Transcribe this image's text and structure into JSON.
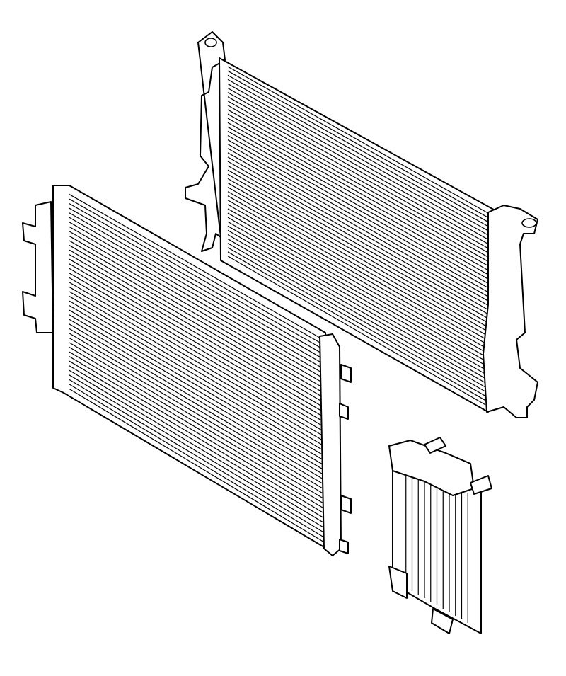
{
  "diagram": {
    "parts": [
      {
        "name": "coolant-radiator",
        "fin_count": 46
      },
      {
        "name": "ac-condenser",
        "fin_count": 44
      },
      {
        "name": "auxiliary-cooler",
        "fin_count": 12
      }
    ],
    "colors": {
      "line": "#000000",
      "background": "#ffffff"
    }
  }
}
